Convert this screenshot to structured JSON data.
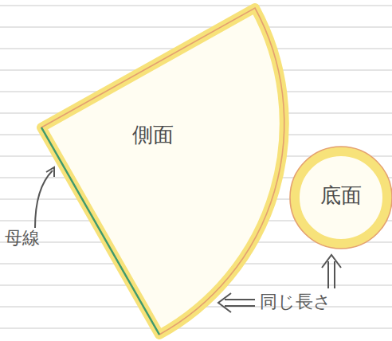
{
  "diagram": {
    "nodes": [
      {
        "text": [
          "側面"
        ]
      },
      {
        "text": [
          "底面"
        ]
      }
    ],
    "labels": [
      "母線",
      "同じ長さ"
    ]
  }
}
